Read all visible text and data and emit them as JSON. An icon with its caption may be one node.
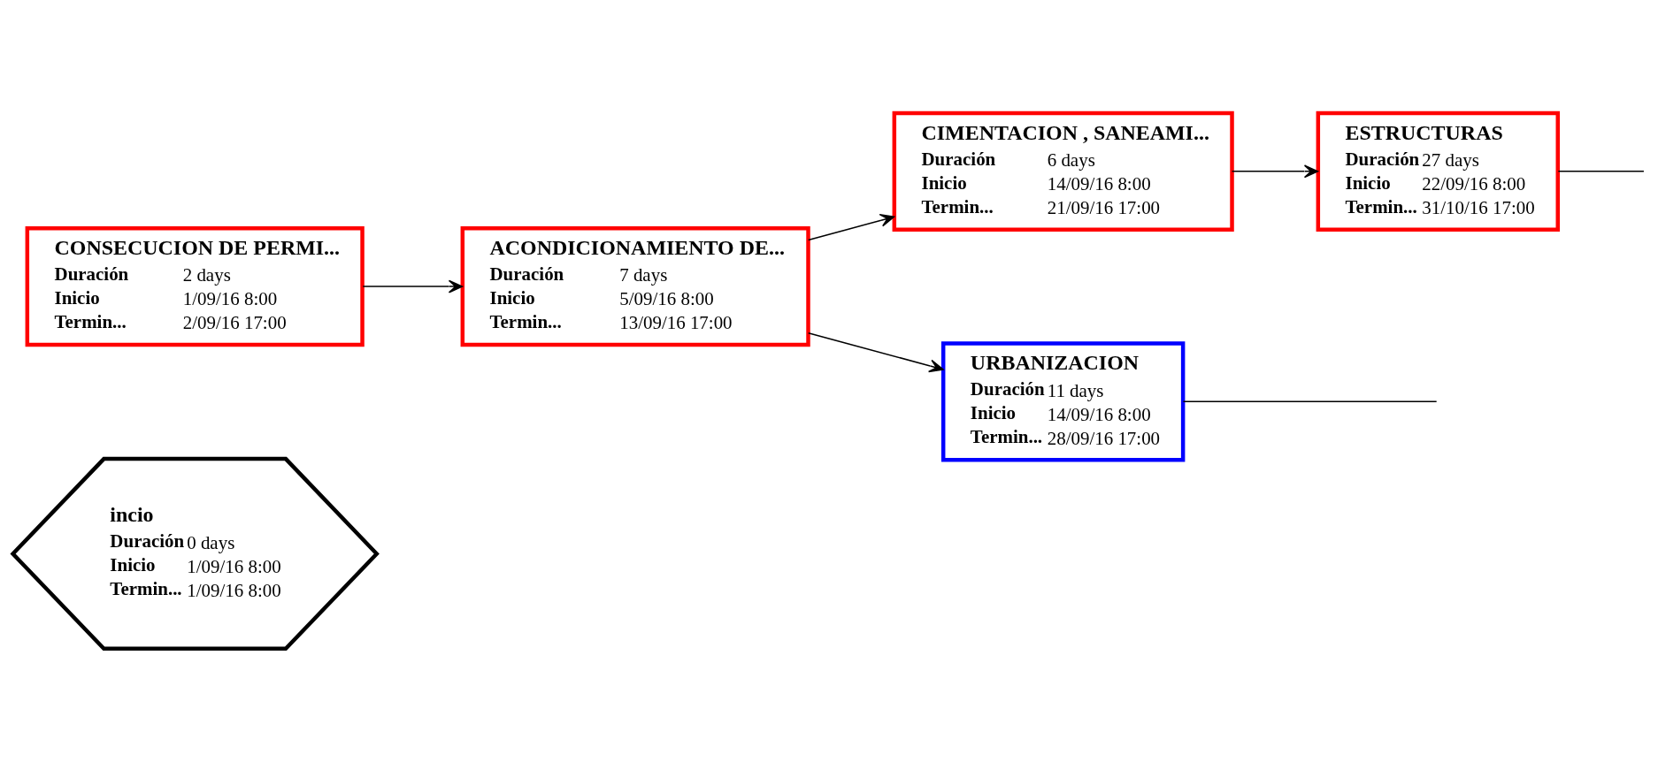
{
  "diagram": {
    "nodes": [
      {
        "text": [
          "incio",
          "Duración",
          "0 days",
          "Inicio",
          "1/09/16 8:00",
          "Termin...",
          "1/09/16 8:00"
        ]
      },
      {
        "text": [
          "CONSECUCION DE PERMI...",
          "Duración",
          "2 days",
          "Inicio",
          "1/09/16 8:00",
          "Termin...",
          "2/09/16 17:00"
        ]
      },
      {
        "text": [
          "ACONDICIONAMIENTO DE...",
          "Duración",
          "7 days",
          "Inicio",
          "5/09/16 8:00",
          "Termin...",
          "13/09/16 17:00"
        ]
      },
      {
        "text": [
          "CIMENTACION , SANEAMI...",
          "Duración",
          "6 days",
          "Inicio",
          "14/09/16 8:00",
          "Termin...",
          "21/09/16 17:00"
        ]
      },
      {
        "text": [
          "ESTRUCTURAS",
          "Duración",
          "27 days",
          "Inicio",
          "22/09/16 8:00",
          "Termin...",
          "31/10/16 17:00"
        ]
      },
      {
        "text": [
          "URBANIZACION",
          "Duración",
          "11 days",
          "Inicio",
          "14/09/16 8:00",
          "Termin...",
          "28/09/16 17:00"
        ]
      }
    ],
    "edges": [
      {
        "from": 1,
        "to": 2,
        "arrow": "to"
      },
      {
        "from": 2,
        "to": 3,
        "arrow": "to"
      },
      {
        "from": 2,
        "to": 5,
        "arrow": "to"
      },
      {
        "from": 3,
        "to": 4,
        "arrow": "to"
      },
      {
        "from": 4,
        "to": null,
        "arrow": "none"
      },
      {
        "from": 5,
        "to": null,
        "arrow": "none"
      }
    ]
  }
}
